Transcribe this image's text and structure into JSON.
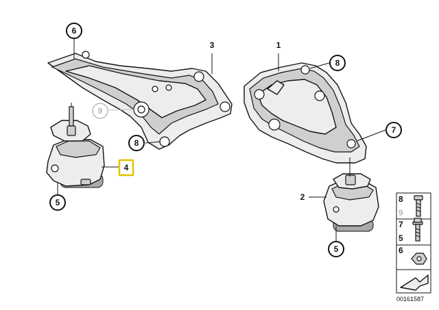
{
  "callouts": {
    "c6_top": "6",
    "c3": "3",
    "c1": "1",
    "c8_right": "8",
    "c9": "9",
    "c8_left": "8",
    "c7": "7",
    "c4": "4",
    "c2": "2",
    "c5_left": "5",
    "c5_right": "5"
  },
  "legend": {
    "row1_top": "8",
    "row1_bottom": "9",
    "row2_top": "7",
    "row2_bottom": "5",
    "row3": "6"
  },
  "part_number": "00161587",
  "colors": {
    "highlight": "#e4c300",
    "faded": "#b8b8b8",
    "ink": "#111111"
  }
}
